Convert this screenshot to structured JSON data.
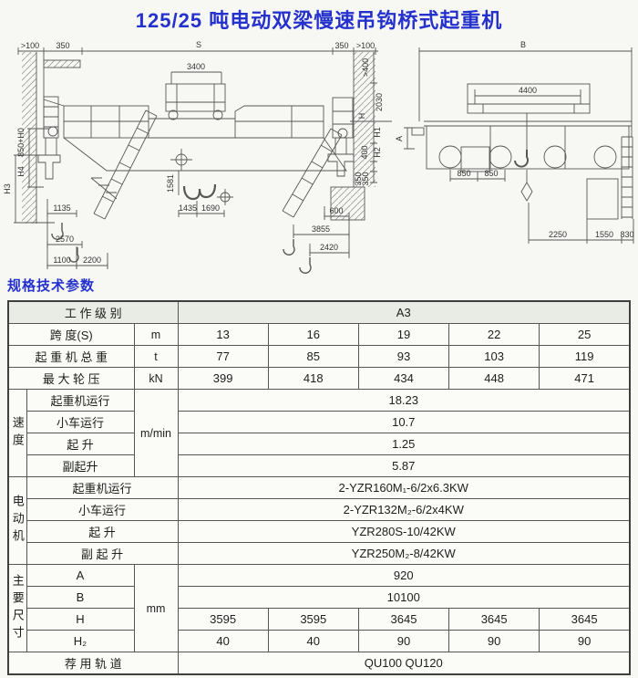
{
  "page": {
    "title": "125/25 吨电动双梁慢速吊钩桥式起重机",
    "section_heading": "规格技术参数"
  },
  "drawings": {
    "side_view": {
      "dims": {
        "gt100_left": ">100",
        "d350_left": "350",
        "span": "S",
        "d350_right": "350",
        "gt100_right": ">100",
        "d3400": "3400",
        "d850_h0": "850+H0",
        "h4": "H4",
        "h3": "H3",
        "d1135": "1135",
        "d2570": "2570",
        "d1100": "1100",
        "d2200": "2200",
        "v1581": "1581",
        "d1435": "1435",
        "d1690": "1690",
        "d600": "600",
        "d3855": "3855",
        "d2420": "2420",
        "gt400": ">400",
        "d2030": "2030",
        "h": "H",
        "h1": "H1",
        "h2": "H2",
        "d400": "400",
        "d350a": "350",
        "d350b": "350"
      }
    },
    "end_view": {
      "dims": {
        "b": "B",
        "d4400": "4400",
        "a": "A",
        "d850_left": "850",
        "d850_right": "850",
        "d2250": "2250",
        "d1550": "1550",
        "d830": "830"
      }
    }
  },
  "table": {
    "work_class": {
      "label": "工 作 级 别",
      "value": "A3"
    },
    "span": {
      "label": "跨    度(S)",
      "unit": "m",
      "values": [
        "13",
        "16",
        "19",
        "22",
        "25"
      ]
    },
    "total_weight": {
      "label": "起 重 机 总 重",
      "unit": "t",
      "values": [
        "77",
        "85",
        "93",
        "103",
        "119"
      ]
    },
    "max_wheel_load": {
      "label": "最 大 轮 压",
      "unit": "kN",
      "values": [
        "399",
        "418",
        "434",
        "448",
        "471"
      ]
    },
    "speed": {
      "section": "速度",
      "unit": "m/min",
      "rows": [
        {
          "label": "起重机运行",
          "value": "18.23"
        },
        {
          "label": "小车运行",
          "value": "10.7"
        },
        {
          "label": "起    升",
          "value": "1.25"
        },
        {
          "label": "副起升",
          "value": "5.87"
        }
      ]
    },
    "motor": {
      "section": "电动机",
      "rows": [
        {
          "label": "起重机运行",
          "value": "2-YZR160M₁-6/2x6.3KW"
        },
        {
          "label": "小车运行",
          "value": "2-YZR132M₂-6/2x4KW"
        },
        {
          "label": "起    升",
          "value": "YZR280S-10/42KW"
        },
        {
          "label": "副 起 升",
          "value": "YZR250M₂-8/42KW"
        }
      ]
    },
    "main_dims": {
      "section": "主要尺寸",
      "unit": "mm",
      "rows": [
        {
          "label": "A",
          "value": "920"
        },
        {
          "label": "B",
          "value": "10100"
        },
        {
          "label": "H",
          "values": [
            "3595",
            "3595",
            "3645",
            "3645",
            "3645"
          ]
        },
        {
          "label": "H₂",
          "values": [
            "40",
            "40",
            "90",
            "90",
            "90"
          ]
        }
      ]
    },
    "rail": {
      "label": "荐 用 轨 道",
      "value": "QU100  QU120"
    }
  }
}
